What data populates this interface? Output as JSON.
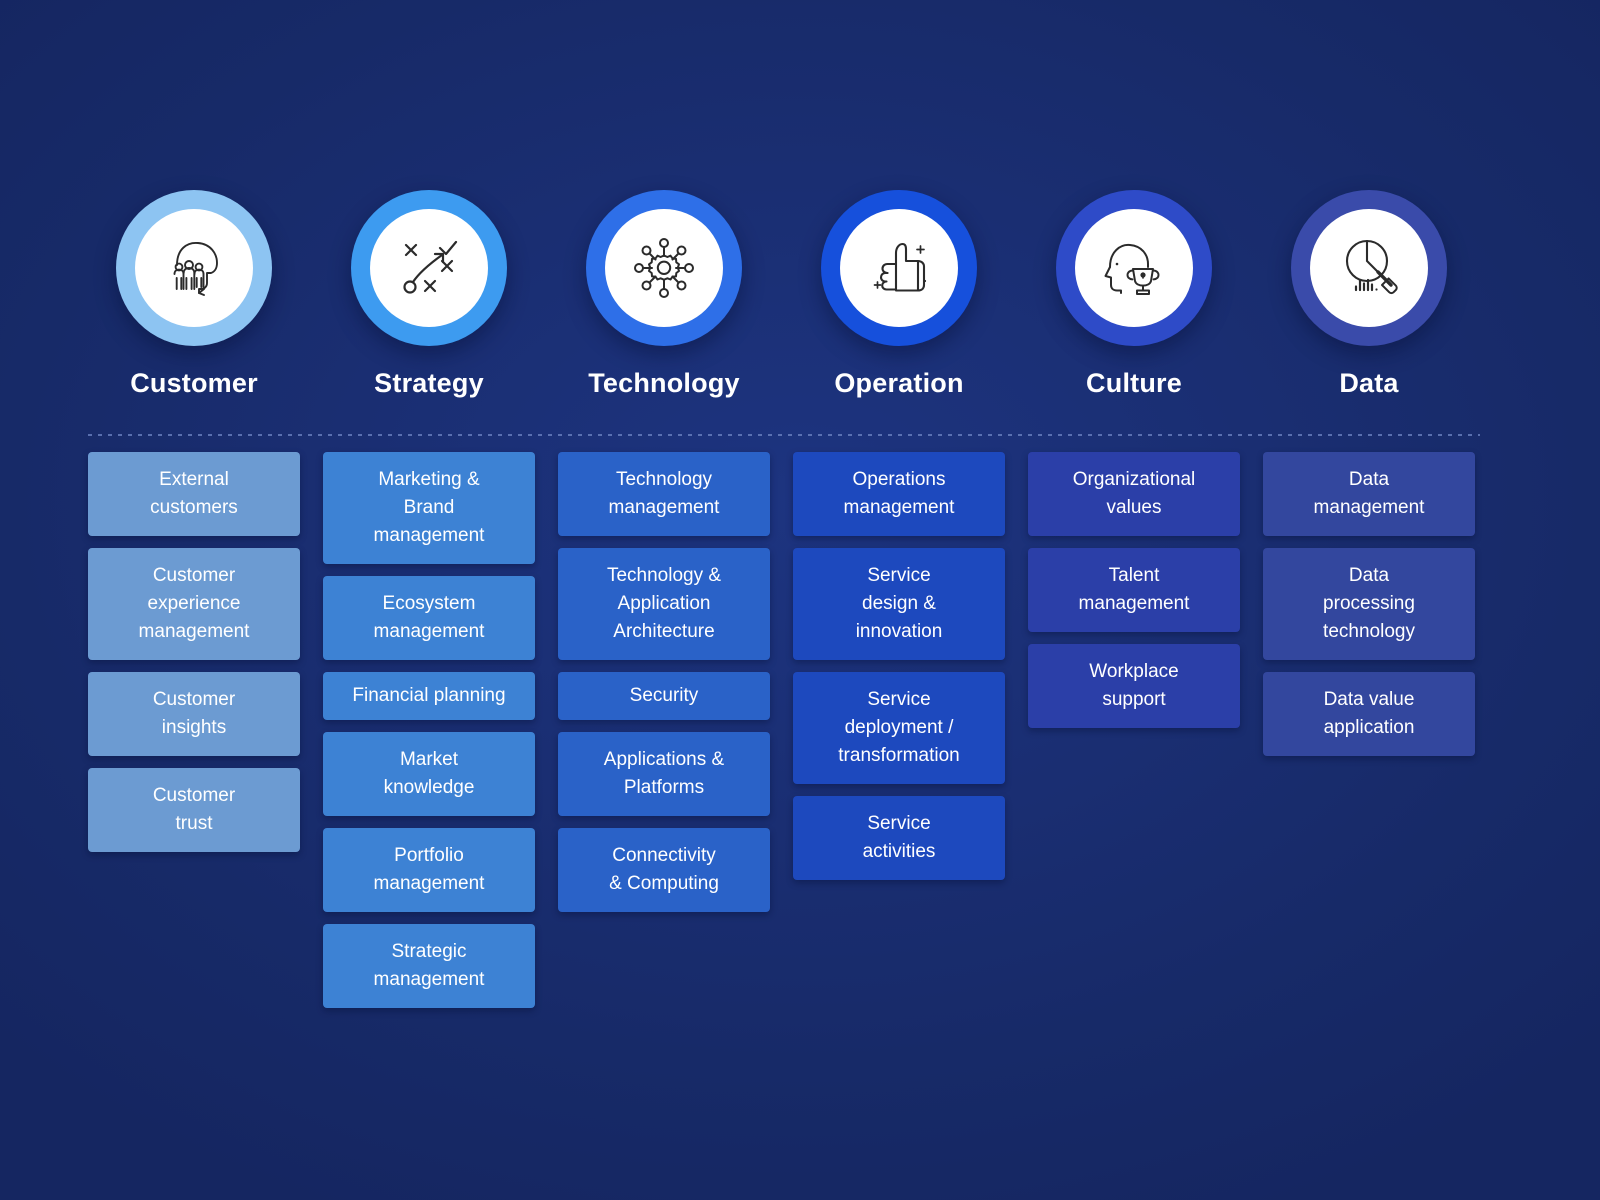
{
  "theme": {
    "background": "#192C6B",
    "text": "#FFFFFF",
    "divider": "#6F86C4"
  },
  "pillars": [
    {
      "id": "customer",
      "label": "Customer",
      "icon": "people-head-icon",
      "ring_color": "#8DC4F2",
      "card_color": "#6C9BD2",
      "cards": [
        {
          "lines": [
            "External",
            "customers"
          ]
        },
        {
          "lines": [
            "Customer",
            "experience",
            "management"
          ]
        },
        {
          "lines": [
            "Customer",
            "insights"
          ]
        },
        {
          "lines": [
            "Customer",
            "trust"
          ]
        }
      ]
    },
    {
      "id": "strategy",
      "label": "Strategy",
      "icon": "strategy-playbook-icon",
      "ring_color": "#3D9BF0",
      "card_color": "#3D82D4",
      "cards": [
        {
          "lines": [
            "Marketing &",
            "Brand",
            "management"
          ]
        },
        {
          "lines": [
            "Ecosystem",
            "management"
          ]
        },
        {
          "lines": [
            "Financial planning"
          ]
        },
        {
          "lines": [
            "Market",
            "knowledge"
          ]
        },
        {
          "lines": [
            "Portfolio",
            "management"
          ]
        },
        {
          "lines": [
            "Strategic",
            "management"
          ]
        }
      ]
    },
    {
      "id": "technology",
      "label": "Technology",
      "icon": "gear-network-icon",
      "ring_color": "#2E6FE8",
      "card_color": "#2A62C8",
      "cards": [
        {
          "lines": [
            "Technology",
            "management"
          ]
        },
        {
          "lines": [
            "Technology &",
            "Application",
            "Architecture"
          ]
        },
        {
          "lines": [
            "Security"
          ]
        },
        {
          "lines": [
            "Applications &",
            "Platforms"
          ]
        },
        {
          "lines": [
            "Connectivity",
            "& Computing"
          ]
        }
      ]
    },
    {
      "id": "operation",
      "label": "Operation",
      "icon": "thumbs-up-icon",
      "ring_color": "#1650DC",
      "card_color": "#1D49BE",
      "cards": [
        {
          "lines": [
            "Operations",
            "management"
          ]
        },
        {
          "lines": [
            "Service",
            "design &",
            "innovation"
          ]
        },
        {
          "lines": [
            "Service",
            "deployment /",
            "transformation"
          ]
        },
        {
          "lines": [
            "Service",
            "activities"
          ]
        }
      ]
    },
    {
      "id": "culture",
      "label": "Culture",
      "icon": "head-trophy-icon",
      "ring_color": "#2E4BC8",
      "card_color": "#2B3FA8",
      "cards": [
        {
          "lines": [
            "Organizational",
            "values"
          ]
        },
        {
          "lines": [
            "Talent",
            "management"
          ]
        },
        {
          "lines": [
            "Workplace",
            "support"
          ]
        }
      ]
    },
    {
      "id": "data",
      "label": "Data",
      "icon": "pie-chart-magnifier-icon",
      "ring_color": "#3A4BAA",
      "card_color": "#33479E",
      "cards": [
        {
          "lines": [
            "Data",
            "management"
          ]
        },
        {
          "lines": [
            "Data",
            "processing",
            "technology"
          ]
        },
        {
          "lines": [
            "Data value",
            "application"
          ]
        }
      ]
    }
  ]
}
